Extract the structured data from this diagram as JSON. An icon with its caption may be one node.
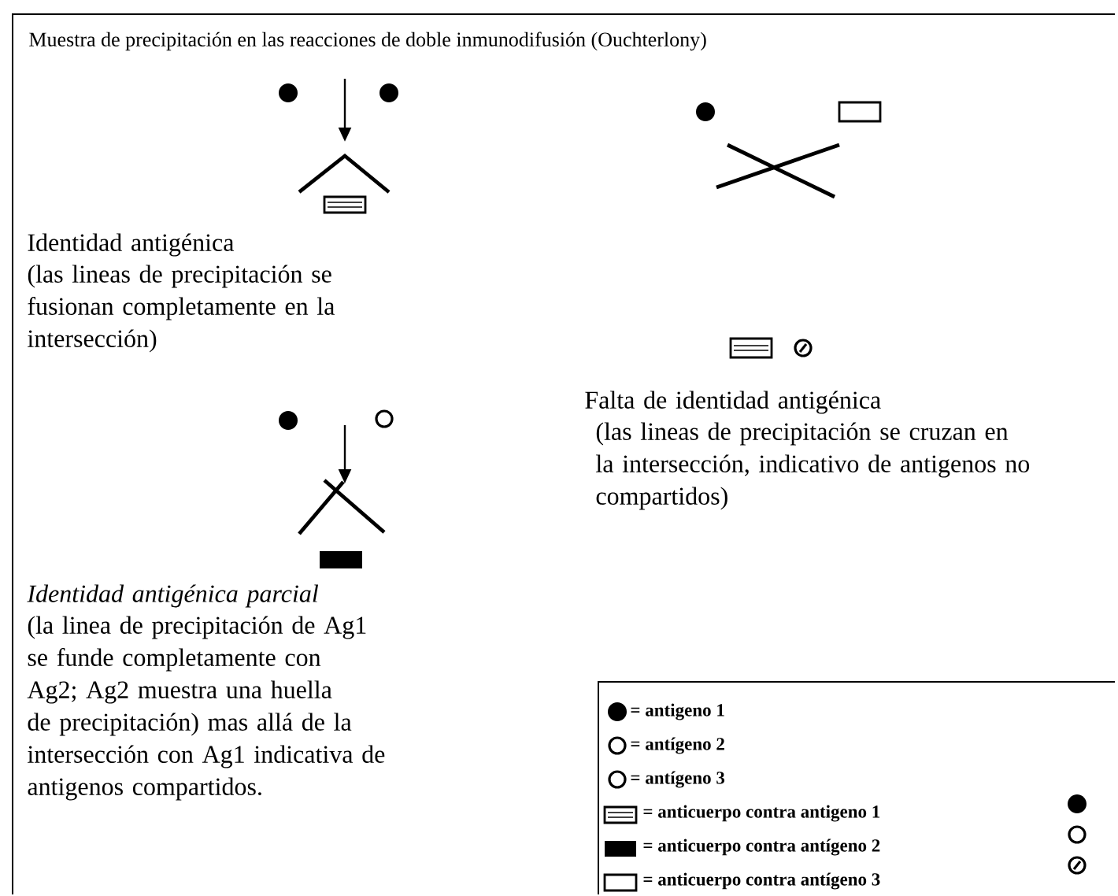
{
  "diagram": {
    "title": "Muestra de precipitación en las reacciones de doble inmunodifusión (Ouchterlony)",
    "labels": [
      "Identidad antigénica",
      "(las lineas de precipitación se fusionan completamente en la intersección)",
      "Falta de identidad antigénica",
      "(las lineas de precipitación se cruzan en la intersección, indicativo de antigenos no compartidos)",
      "Identidad antigénica parcial",
      "(la linea de precipitación de Ag1 se funde completamente con Ag2; Ag2 muestra una huella de precipitación) mas allá de la intersección con Ag1 indicativa de antigenos compartidos."
    ],
    "legend": [
      {
        "text": "= antigeno 1"
      },
      {
        "text": "= antígeno 2"
      },
      {
        "text": "= antígeno 3"
      },
      {
        "text": "= anticuerpo contra  antigeno 1"
      },
      {
        "text": "= anticuerpo contra antígeno 2"
      },
      {
        "text": "= anticuerpo contra antígeno 3"
      }
    ]
  }
}
